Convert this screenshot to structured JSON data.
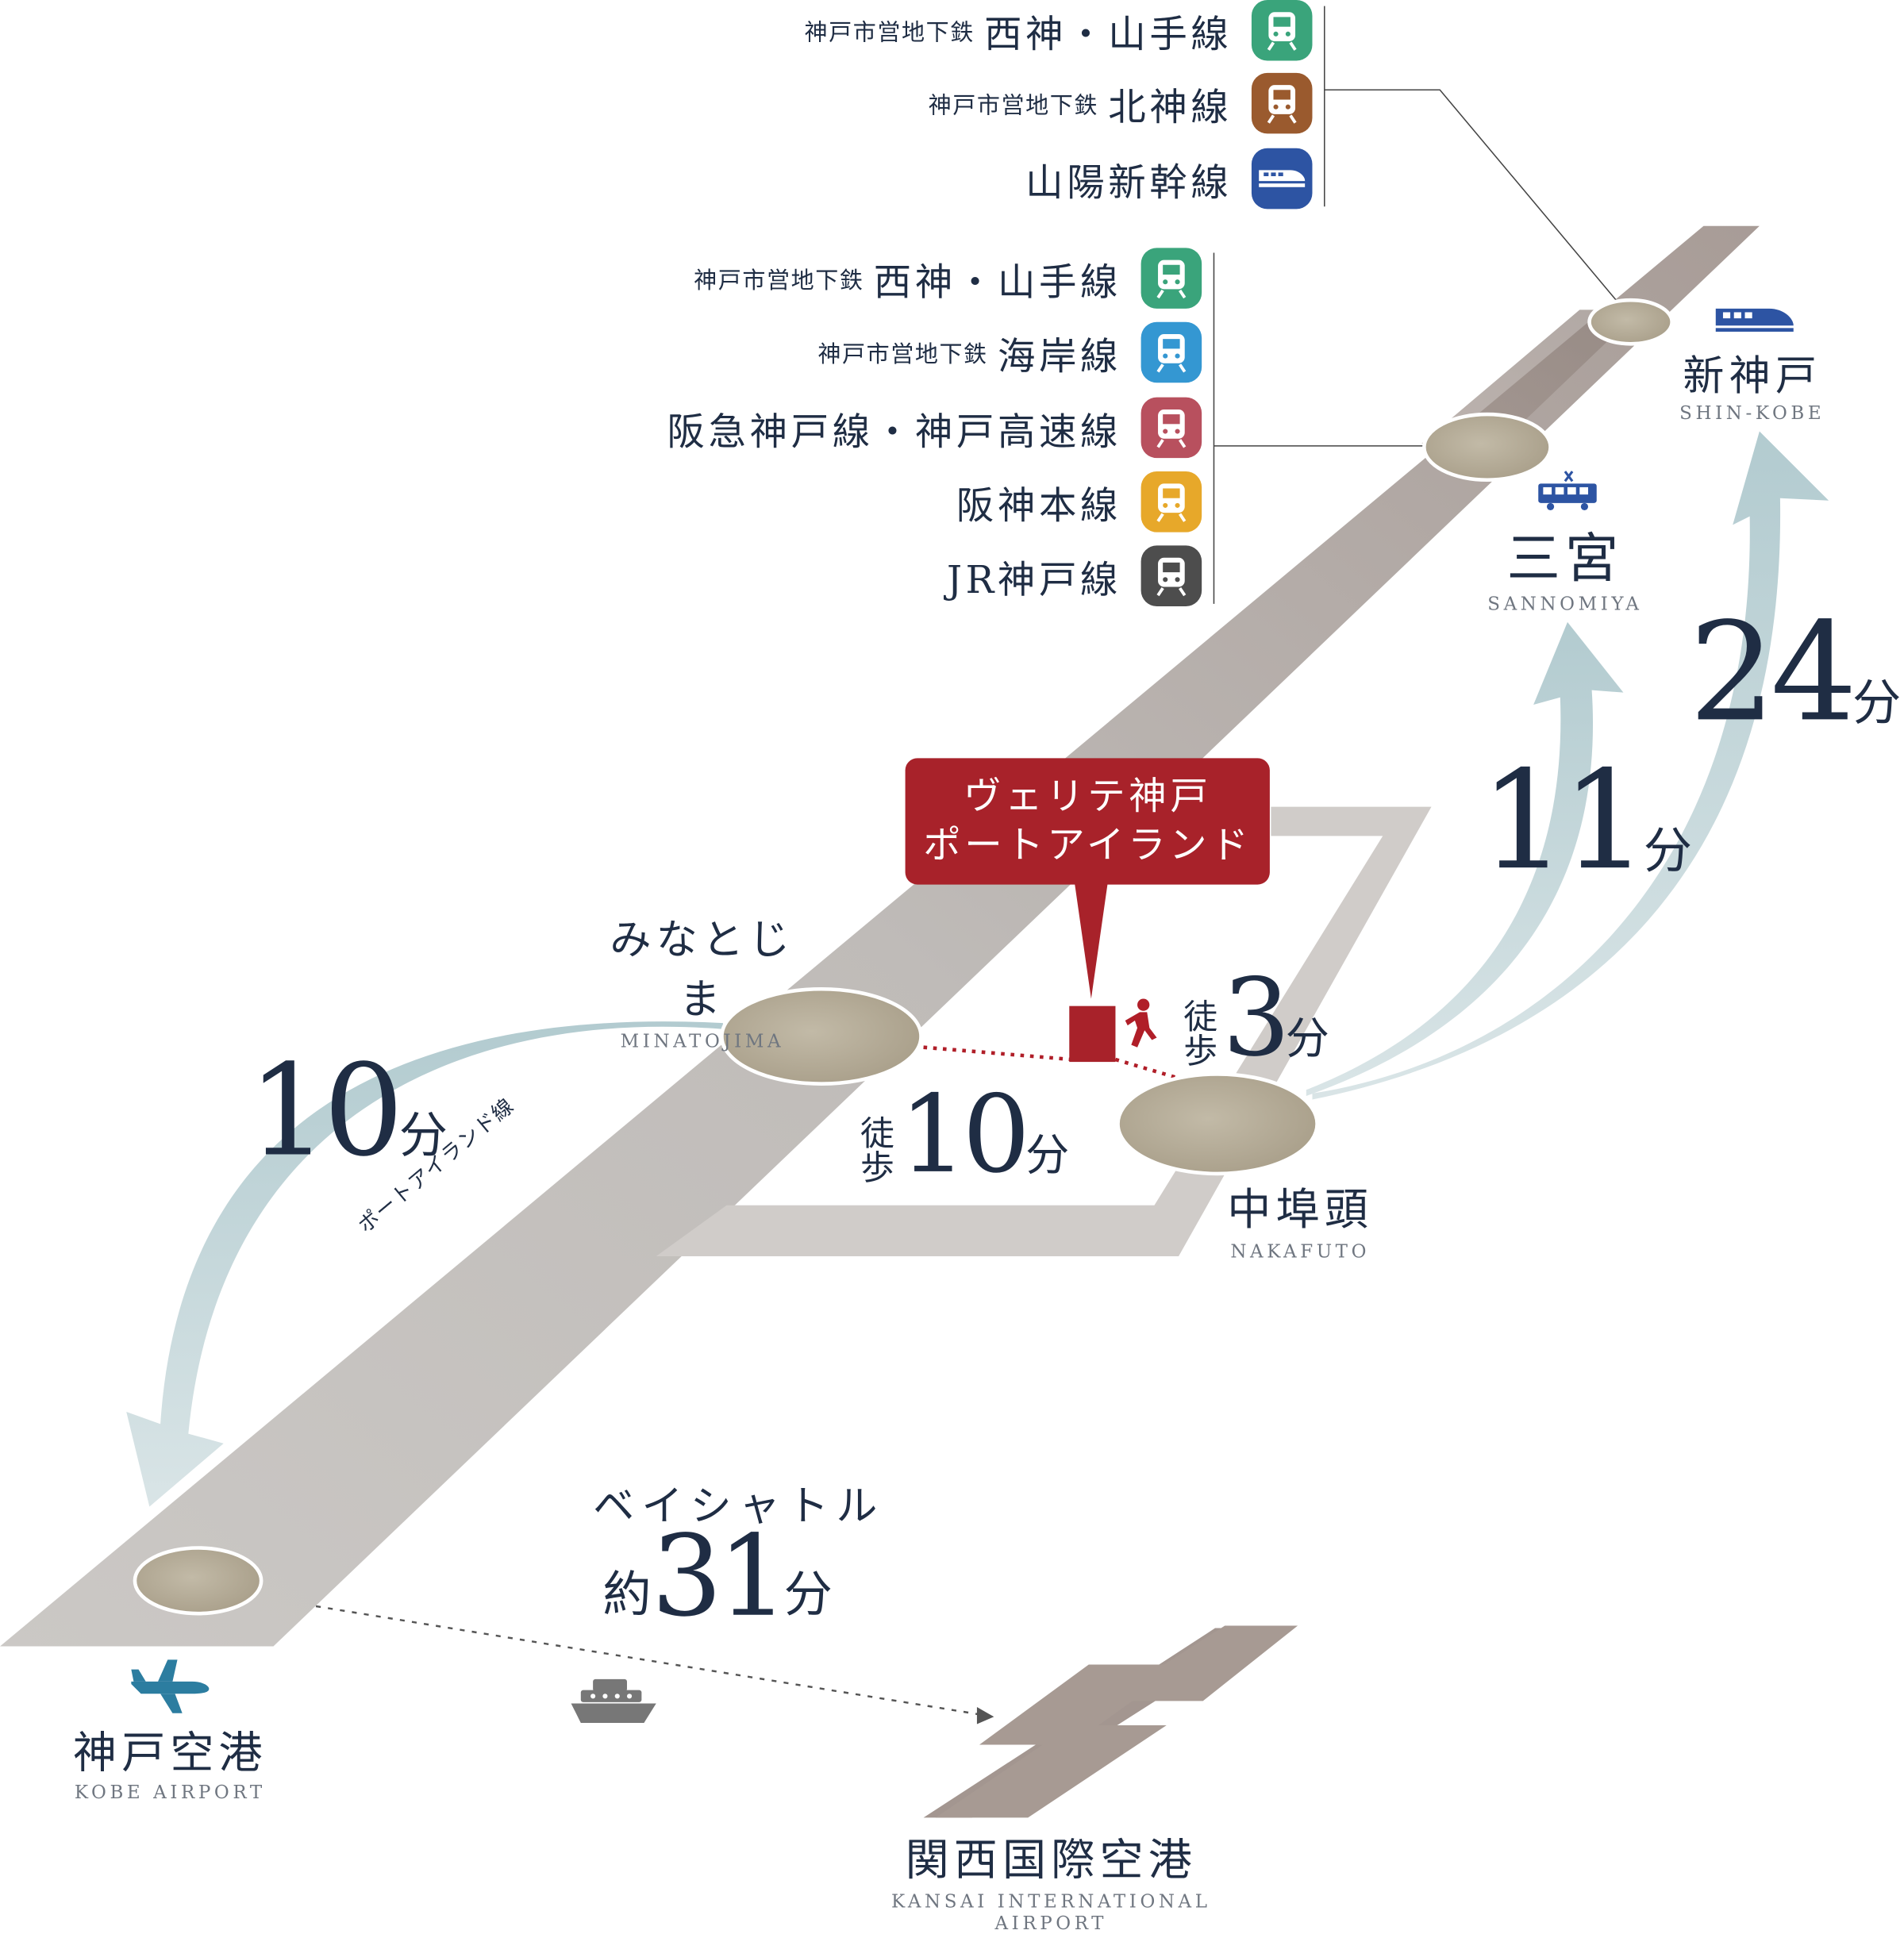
{
  "top_group": {
    "lines": [
      {
        "prefix": "神戸市営地下鉄",
        "name": "西神・山手線",
        "color": "#3aa47b"
      },
      {
        "prefix": "神戸市営地下鉄",
        "name": "北神線",
        "color": "#9a5a2e"
      },
      {
        "prefix": "",
        "name": "山陽新幹線",
        "color": "#2d54a3"
      }
    ]
  },
  "mid_group": {
    "lines": [
      {
        "prefix": "神戸市営地下鉄",
        "name": "西神・山手線",
        "color": "#3aa47b"
      },
      {
        "prefix": "神戸市営地下鉄",
        "name": "海岸線",
        "color": "#3497d2"
      },
      {
        "prefix": "",
        "name": "阪急神戸線・神戸高速線",
        "color": "#b8505e"
      },
      {
        "prefix": "",
        "name": "阪神本線",
        "color": "#e7a82a"
      },
      {
        "prefix": "",
        "name": "JR神戸線",
        "color": "#4d4d4d"
      }
    ]
  },
  "stations": {
    "shinkobe": {
      "name": "新神戸",
      "en": "SHIN-KOBE"
    },
    "sannomiya": {
      "name": "三宮",
      "en": "SANNOMIYA"
    },
    "minatojima": {
      "name": "みなとじま",
      "en": "MINATOJIMA"
    },
    "nakafuto": {
      "name": "中埠頭",
      "en": "NAKAFUTO"
    },
    "kobe_airport": {
      "name": "神戸空港",
      "en": "KOBE AIRPORT"
    },
    "kansai_airport": {
      "name": "関西国際空港",
      "en": "KANSAI INTERNATIONAL AIRPORT"
    }
  },
  "property": {
    "line1": "ヴェリテ神戸",
    "line2": "ポートアイランド"
  },
  "times": {
    "shinkobe": {
      "value": "24",
      "unit": "分"
    },
    "sannomiya": {
      "value": "11",
      "unit": "分"
    },
    "airport": {
      "value": "10",
      "unit": "分"
    },
    "walk_nakafuto": {
      "prefix": "徒歩",
      "value": "3",
      "unit": "分"
    },
    "walk_minatojima": {
      "prefix": "徒歩",
      "value": "10",
      "unit": "分"
    },
    "shuttle": {
      "title": "ベイシャトル",
      "prefix": "約",
      "value": "31",
      "unit": "分"
    }
  },
  "route_label": "ポートアイランド線",
  "colors": {
    "navy": "#1f2d44",
    "property_red": "#a8222a",
    "arrow": "#b6ced3",
    "road": "#c9c5c2",
    "station": "#b7ae9b"
  }
}
